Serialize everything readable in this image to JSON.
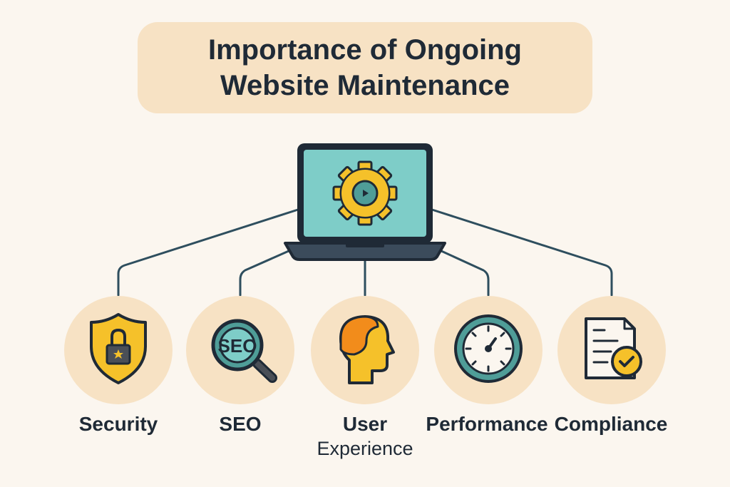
{
  "title": {
    "line1": "Importance of Ongoing",
    "line2": "Website Maintenance"
  },
  "center": {
    "icon": "laptop-gear-icon"
  },
  "items": [
    {
      "label": "Security",
      "sublabel": "",
      "icon": "shield-lock-icon"
    },
    {
      "label": "SEO",
      "sublabel": "",
      "icon": "magnifier-icon",
      "icon_text": "SEO"
    },
    {
      "label": "User",
      "sublabel": "Experience",
      "icon": "head-profile-icon"
    },
    {
      "label": "Performance",
      "sublabel": "",
      "icon": "speedometer-icon"
    },
    {
      "label": "Compliance",
      "sublabel": "",
      "icon": "document-check-icon"
    }
  ],
  "colors": {
    "background": "#fbf6ef",
    "title_bg": "#f7e2c4",
    "circle_bg": "#f7e2c4",
    "screen": "#7ecdc8",
    "yellow": "#f5c12a",
    "orange": "#f28c1b",
    "teal": "#4f9d98",
    "outline": "#1f2a36",
    "connector": "#2e4e5e"
  }
}
